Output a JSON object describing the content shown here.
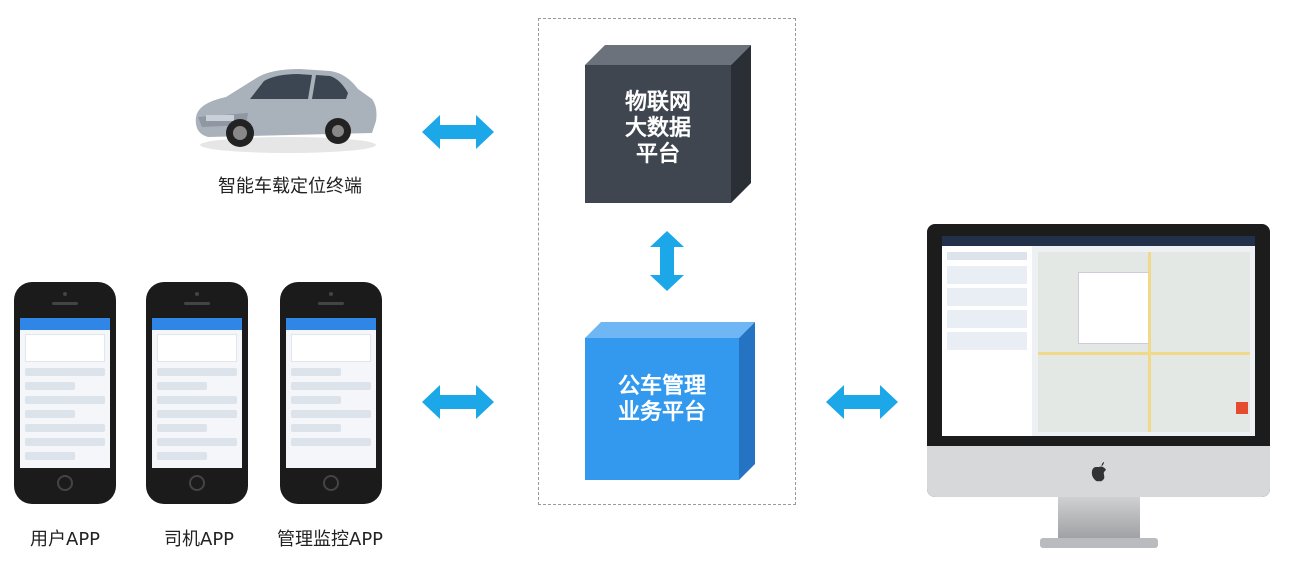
{
  "nodes": {
    "terminal": "智能车载定位终端",
    "iot_platform": "物联网\n大数据\n平台",
    "biz_platform": "公车管理\n业务平台",
    "user_app": "用户APP",
    "driver_app": "司机APP",
    "monitor_app": "管理监控APP"
  },
  "colors": {
    "arrow": "#1ca7e8",
    "iot_block": "#404650",
    "biz_block": "#3399ee",
    "dashed_border": "#9a9a9a"
  },
  "icons": {
    "car": "car-illustration",
    "phones": "smartphone-illustration",
    "monitor": "desktop-monitor-illustration",
    "brand": "apple-logo-icon"
  }
}
